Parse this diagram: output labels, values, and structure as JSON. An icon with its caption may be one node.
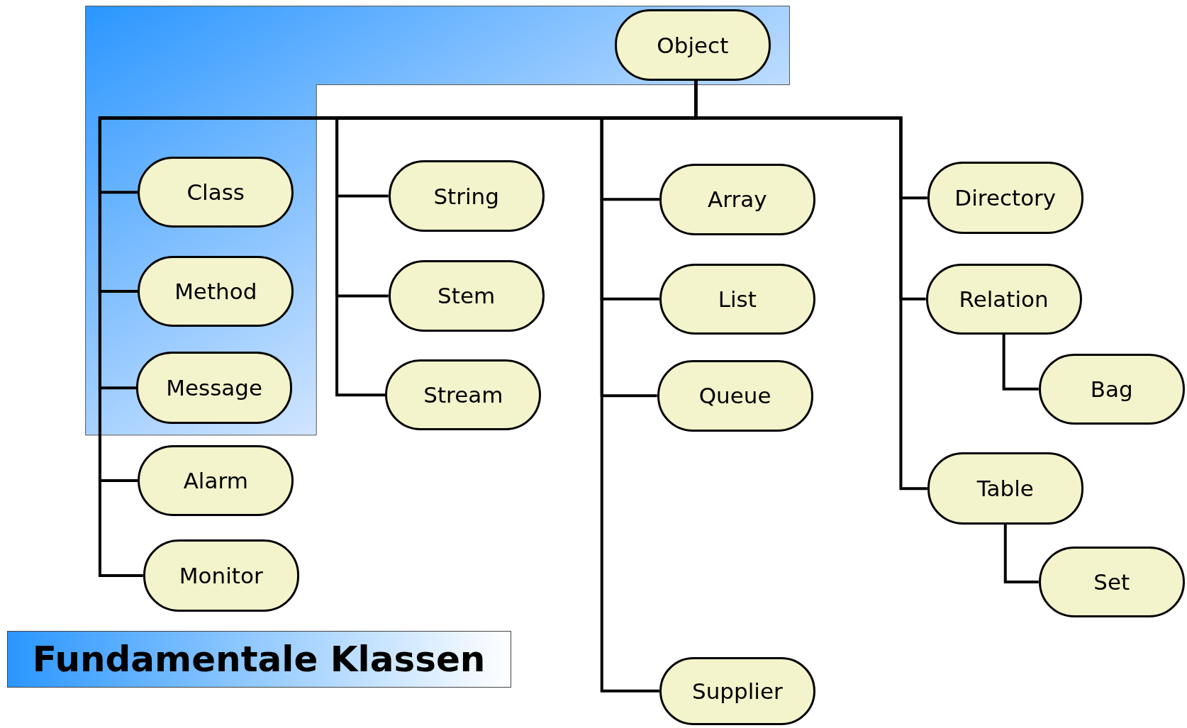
{
  "diagram": {
    "title": "Fundamentale Klassen",
    "nodes": [
      {
        "text": [
          "Object"
        ]
      },
      {
        "text": [
          "Class"
        ]
      },
      {
        "text": [
          "Method"
        ]
      },
      {
        "text": [
          "Message"
        ]
      },
      {
        "text": [
          "Alarm"
        ]
      },
      {
        "text": [
          "Monitor"
        ]
      },
      {
        "text": [
          "String"
        ]
      },
      {
        "text": [
          "Stem"
        ]
      },
      {
        "text": [
          "Stream"
        ]
      },
      {
        "text": [
          "Array"
        ]
      },
      {
        "text": [
          "List"
        ]
      },
      {
        "text": [
          "Queue"
        ]
      },
      {
        "text": [
          "Supplier"
        ]
      },
      {
        "text": [
          "Directory"
        ]
      },
      {
        "text": [
          "Relation"
        ]
      },
      {
        "text": [
          "Bag"
        ]
      },
      {
        "text": [
          "Table"
        ]
      },
      {
        "text": [
          "Set"
        ]
      }
    ],
    "edges": [
      {
        "from": 0,
        "to": 1,
        "arrow": "none"
      },
      {
        "from": 0,
        "to": 2,
        "arrow": "none"
      },
      {
        "from": 0,
        "to": 3,
        "arrow": "none"
      },
      {
        "from": 0,
        "to": 4,
        "arrow": "none"
      },
      {
        "from": 0,
        "to": 5,
        "arrow": "none"
      },
      {
        "from": 0,
        "to": 6,
        "arrow": "none"
      },
      {
        "from": 0,
        "to": 7,
        "arrow": "none"
      },
      {
        "from": 0,
        "to": 8,
        "arrow": "none"
      },
      {
        "from": 0,
        "to": 9,
        "arrow": "none"
      },
      {
        "from": 0,
        "to": 10,
        "arrow": "none"
      },
      {
        "from": 0,
        "to": 11,
        "arrow": "none"
      },
      {
        "from": 0,
        "to": 12,
        "arrow": "none"
      },
      {
        "from": 0,
        "to": 13,
        "arrow": "none"
      },
      {
        "from": 0,
        "to": 14,
        "arrow": "none"
      },
      {
        "from": 14,
        "to": 15,
        "arrow": "none"
      },
      {
        "from": 0,
        "to": 16,
        "arrow": "none"
      },
      {
        "from": 16,
        "to": 17,
        "arrow": "none"
      }
    ]
  }
}
